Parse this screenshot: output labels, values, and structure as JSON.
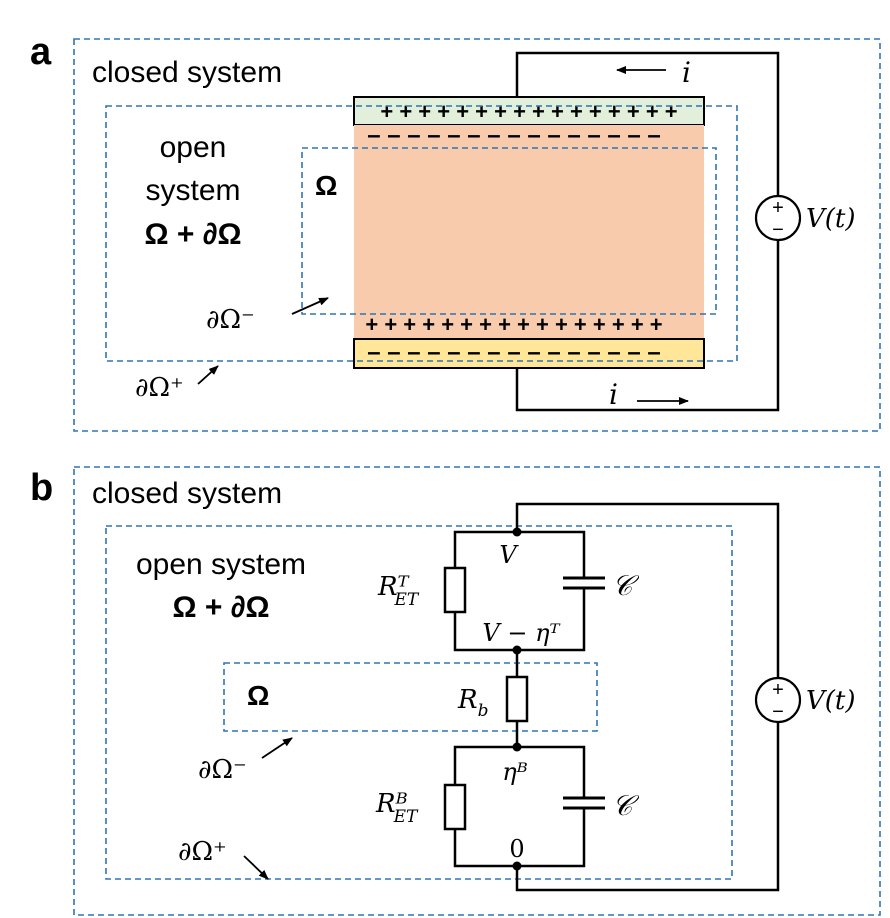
{
  "panel_a": {
    "letter": "a",
    "closed_label": "closed system",
    "open_label_1": "open",
    "open_label_2": "system",
    "open_label_3": "Ω + ∂Ω",
    "omega_label": "Ω",
    "boundary_minus": "∂Ω⁻",
    "boundary_plus": "∂Ω⁺",
    "top_plus": "+ + + + + + + + + + + + + + + +",
    "top_minus": "– – – – – – – – – – – – – – –",
    "bottom_plus": "+ + + + + + + + + + + + + + + +",
    "bottom_minus": "– – – – – – – – – – – – – – –",
    "current_top": "i",
    "current_bottom": "i",
    "source_label": "V(t)",
    "source_plus": "+",
    "source_minus": "−"
  },
  "panel_b": {
    "letter": "b",
    "closed_label": "closed system",
    "open_label_1": "open system",
    "open_label_2": "Ω + ∂Ω",
    "omega_label": "Ω",
    "boundary_minus": "∂Ω⁻",
    "boundary_plus": "∂Ω⁺",
    "node_top": "V",
    "node_top_inner": "V − ηᵀ",
    "node_bottom_inner": "ηᴮ",
    "node_ground": "0",
    "resistor_top": "Rᵀ",
    "resistor_top_sub": "ET",
    "resistor_bulk": "R",
    "resistor_bulk_sub": "b",
    "resistor_bottom": "Rᴮ",
    "resistor_bottom_sub": "ET",
    "capacitor_top": "𝒞",
    "capacitor_bottom": "𝒞",
    "source_label": "V(t)",
    "source_plus": "+",
    "source_minus": "−"
  },
  "colors": {
    "boundary_dash": "#2e75b6",
    "top_electrode": "#e2efda",
    "electrolyte": "#f8cbad",
    "bottom_electrode": "#ffe699"
  }
}
